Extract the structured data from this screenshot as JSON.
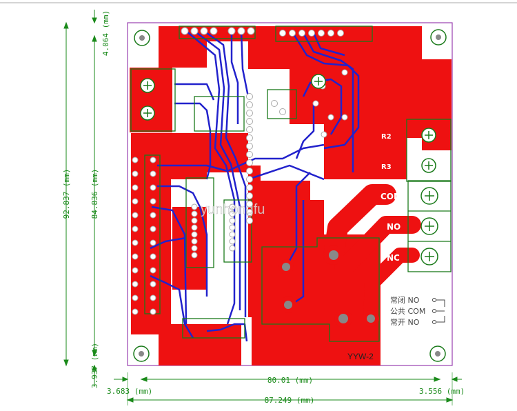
{
  "dimensions": {
    "height_overall": "92.837 (mm)",
    "height_inner": "84.836 (mm)",
    "top_margin": "4.064 (mm)",
    "bottom_margin": "3.937 (mm)",
    "width_inner": "80.01 (mm)",
    "width_overall": "87.249 (mm)",
    "left_margin": "3.683 (mm)",
    "right_margin": "3.556 (mm)"
  },
  "board": {
    "model": "YYW-2",
    "watermark": "yunhongfu",
    "terminals": [
      "COM",
      "NO",
      "NC"
    ],
    "contact_legend": [
      {
        "cn": "常闭",
        "code": "NO"
      },
      {
        "cn": "公共",
        "code": "COM"
      },
      {
        "cn": "常开",
        "code": "NO"
      }
    ],
    "upper_labels": [
      "R2",
      "R3"
    ]
  },
  "colors": {
    "copper_top": "#ee1111",
    "copper_bottom": "#2222cc",
    "silkscreen": "#1a7a1a",
    "outline": "#9a40b0",
    "dimension": "#1a8a1a"
  }
}
